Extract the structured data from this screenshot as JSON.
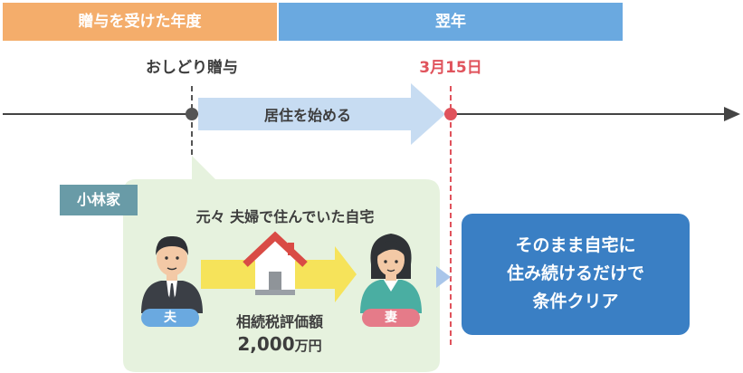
{
  "header": {
    "gift_year_label": "贈与を受けた年度",
    "next_year_label": "翌年",
    "gift_year_color": "#f4ad6b",
    "next_year_color": "#6aa9e0"
  },
  "timeline": {
    "gift_event_label": "おしどり贈与",
    "deadline_label": "3月15日",
    "deadline_color": "#e0535c",
    "residence_arrow_label": "居住を始める"
  },
  "family": {
    "name_tag": "小林家",
    "home_caption": "元々 夫婦で住んでいた自宅",
    "husband_label": "夫",
    "wife_label": "妻",
    "valuation_label": "相続税評価額",
    "valuation_number": "2,000",
    "valuation_unit": "万円"
  },
  "result": {
    "lines": [
      "そのまま自宅に",
      "住み続けるだけで",
      "条件クリア"
    ],
    "box_color": "#3a7fc4"
  }
}
